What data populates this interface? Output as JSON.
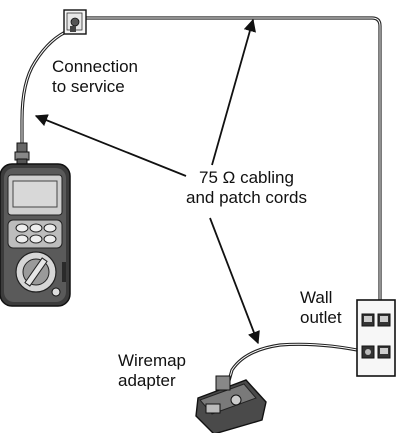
{
  "labels": {
    "connection": [
      "Connection",
      "to service"
    ],
    "cabling": [
      "75 Ω cabling",
      "and patch cords"
    ],
    "wall_outlet": [
      "Wall",
      "outlet"
    ],
    "wiremap": [
      "Wiremap",
      "adapter"
    ]
  },
  "icons": [
    "wall-jack-icon",
    "cable-tester-icon",
    "wall-outlet-icon",
    "wiremap-adapter-icon"
  ],
  "colors": {
    "line": "#1a1a1a",
    "device_body": "#3a3a3a",
    "device_face": "#cfcfcf",
    "plate": "#f4f4f4"
  }
}
